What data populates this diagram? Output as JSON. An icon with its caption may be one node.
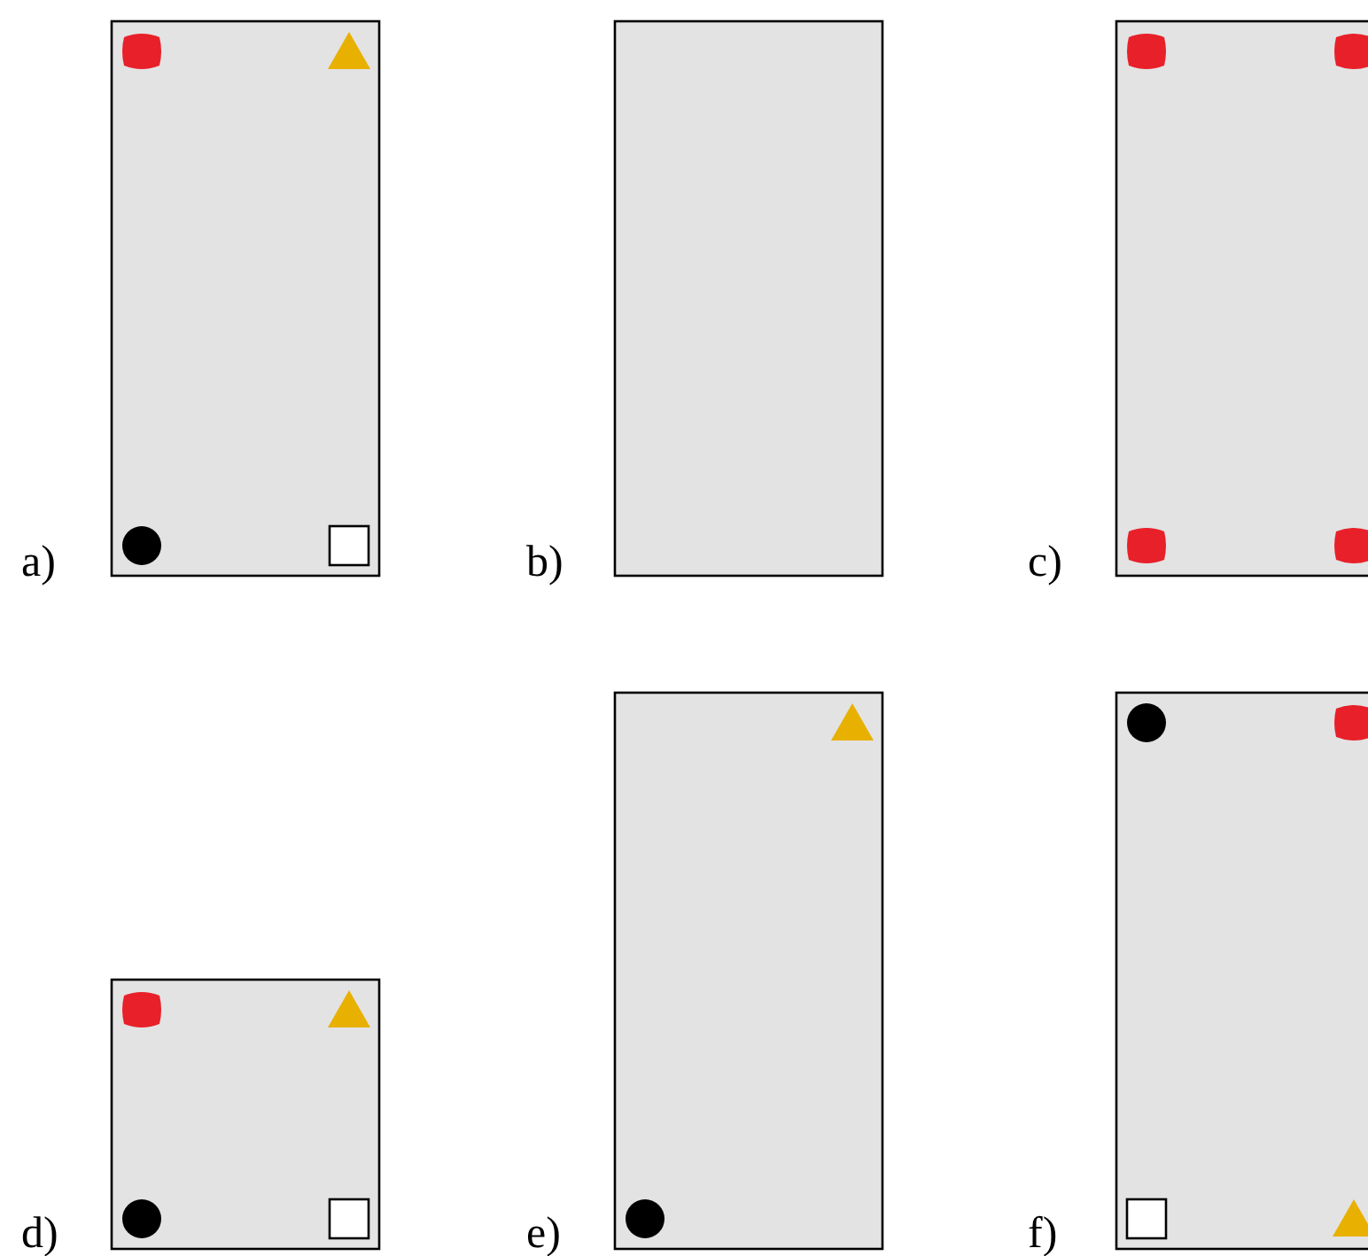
{
  "diagram": {
    "labels": [
      "a)",
      "b)",
      "c)",
      "d)",
      "e)",
      "f)"
    ]
  }
}
